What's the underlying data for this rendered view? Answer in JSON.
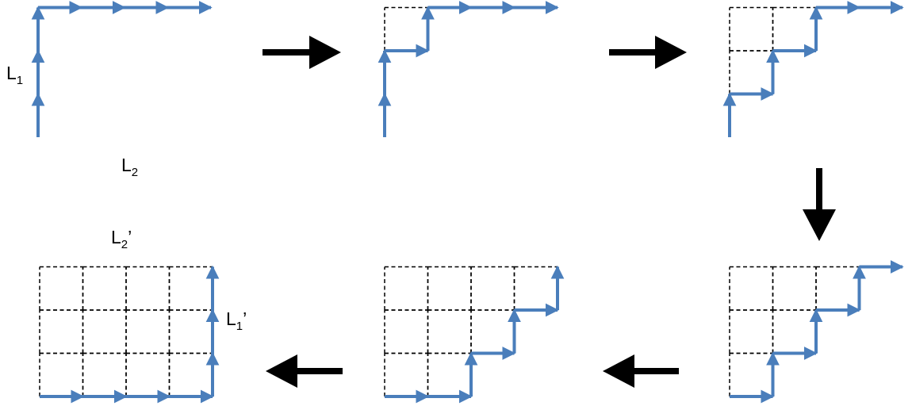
{
  "diagram": {
    "colors": {
      "path": "#4a7ebb",
      "grid": "#000000",
      "flow_arrow": "#000000",
      "background": "#ffffff"
    },
    "labels": {
      "l1": {
        "main": "L",
        "sub": "1",
        "prime": ""
      },
      "l2": {
        "main": "L",
        "sub": "2",
        "prime": ""
      },
      "l2_prime": {
        "main": "L",
        "sub": "2",
        "prime": "’"
      },
      "l1_prime": {
        "main": "L",
        "sub": "1",
        "prime": "’"
      }
    },
    "grid": {
      "columns": 4,
      "rows": 3
    },
    "panels": [
      {
        "step": 1,
        "path_moves": [
          "up",
          "up",
          "up",
          "right",
          "right",
          "right",
          "right"
        ]
      },
      {
        "step": 2,
        "path_moves": [
          "up",
          "up",
          "right",
          "up",
          "right",
          "right",
          "right"
        ]
      },
      {
        "step": 3,
        "path_moves": [
          "up",
          "right",
          "up",
          "right",
          "up",
          "right",
          "right"
        ]
      },
      {
        "step": 4,
        "path_moves": [
          "right",
          "up",
          "right",
          "up",
          "right",
          "up",
          "right"
        ]
      },
      {
        "step": 5,
        "path_moves": [
          "right",
          "right",
          "up",
          "right",
          "up",
          "right",
          "up"
        ]
      },
      {
        "step": 6,
        "path_moves": [
          "right",
          "right",
          "right",
          "right",
          "up",
          "up",
          "up"
        ]
      }
    ],
    "flow": [
      "right",
      "right",
      "down",
      "left",
      "left"
    ]
  }
}
